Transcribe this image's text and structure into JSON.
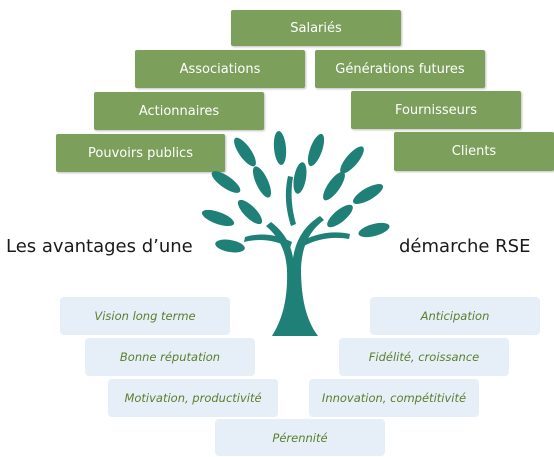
{
  "stakeholders": [
    "Salariés",
    "Associations",
    "Générations futures",
    "Actionnaires",
    "Fournisseurs",
    "Pouvoirs publics",
    "Clients"
  ],
  "title": {
    "left": "Les avantages d’une",
    "right": "démarche RSE"
  },
  "benefits": [
    "Vision long terme",
    "Anticipation",
    "Bonne réputation",
    "Fidélité, croissance",
    "Motivation, productivité",
    "Innovation, compétitivité",
    "Pérennité"
  ],
  "colors": {
    "stakeholder_box": "#7d9f5c",
    "benefit_box": "#e6eef7",
    "benefit_text": "#5a7f2e",
    "tree": "#1f8077"
  }
}
